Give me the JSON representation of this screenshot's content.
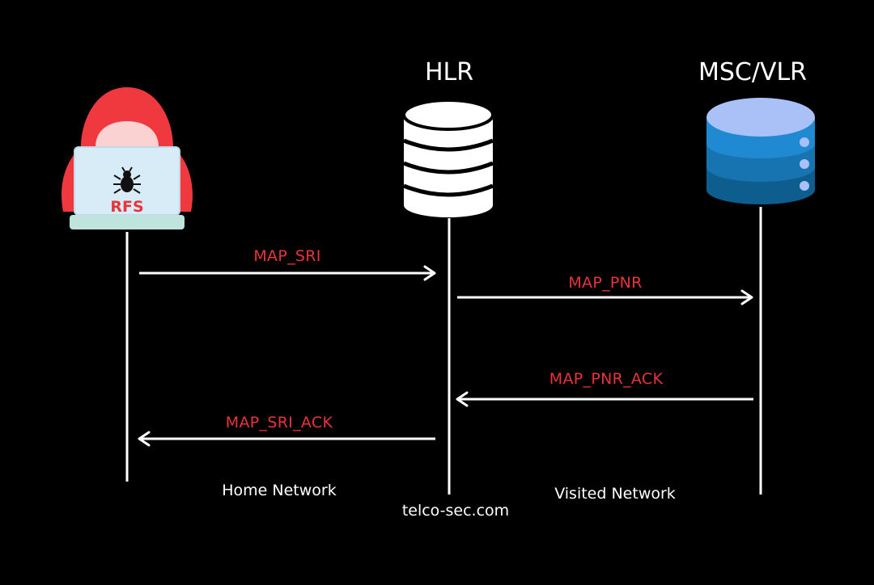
{
  "actors": {
    "attacker": {
      "label": "RFS"
    },
    "hlr": {
      "title": "HLR"
    },
    "msc": {
      "title": "MSC/VLR"
    }
  },
  "messages": [
    {
      "label": "MAP_SRI",
      "from": "attacker",
      "to": "hlr"
    },
    {
      "label": "MAP_PNR",
      "from": "hlr",
      "to": "msc"
    },
    {
      "label": "MAP_PNR_ACK",
      "from": "msc",
      "to": "hlr"
    },
    {
      "label": "MAP_SRI_ACK",
      "from": "hlr",
      "to": "attacker"
    }
  ],
  "zones": {
    "home": "Home Network",
    "visited": "Visited Network"
  },
  "footer": {
    "watermark": "telco-sec.com"
  },
  "colors": {
    "background": "#000000",
    "message_label": "#e8343b",
    "attacker_hood": "#f0393f",
    "laptop_screen": "#d8ecf8",
    "server_top": "#a9c1f7",
    "server_mid": "#1f8ad2",
    "server_bottom": "#0d5d8e"
  }
}
